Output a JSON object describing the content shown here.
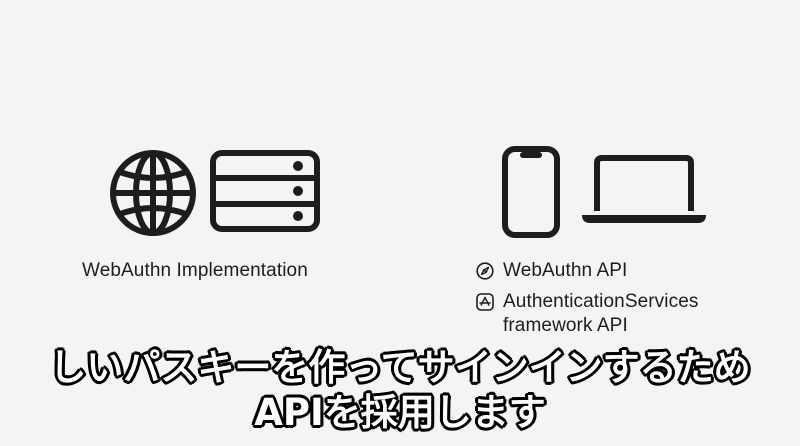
{
  "left_panel": {
    "icons": [
      "globe-icon",
      "server-icon"
    ],
    "label": "WebAuthn Implementation"
  },
  "right_panel": {
    "icons": [
      "iphone-icon",
      "macbook-icon"
    ],
    "items": [
      {
        "icon": "safari-compass-icon",
        "label": "WebAuthn API"
      },
      {
        "icon": "app-store-icon",
        "label_line1": "AuthenticationServices",
        "label_line2": "framework API"
      }
    ]
  },
  "subtitles": {
    "line1": "しいパスキーを作ってサインインするため",
    "line2": "APIを採用します"
  }
}
